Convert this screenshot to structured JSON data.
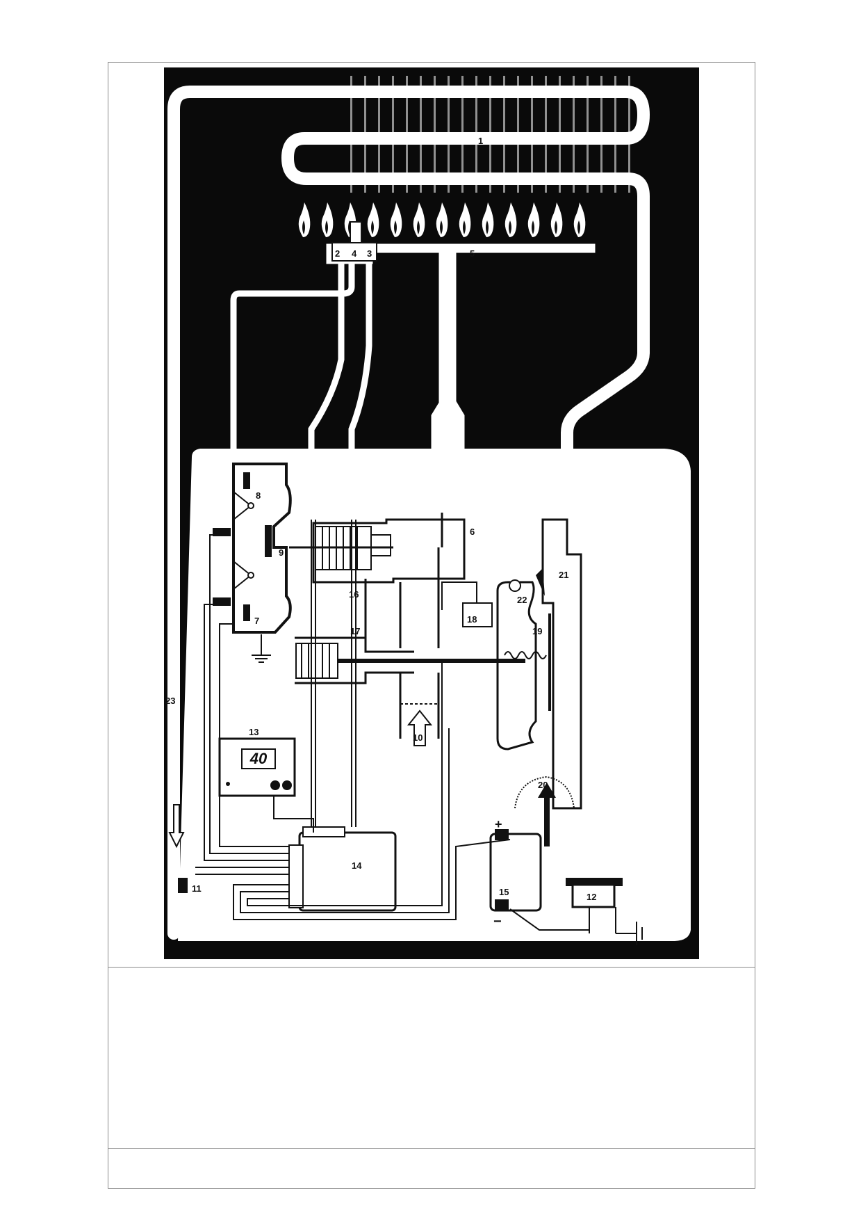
{
  "figure": {
    "display_reading": "40",
    "labels": {
      "n1": "1",
      "n2": "2",
      "n3": "3",
      "n4": "4",
      "n5": "5",
      "n6": "6",
      "n7": "7",
      "n8": "8",
      "n9": "9",
      "n10": "10",
      "n11": "11",
      "n12": "12",
      "n13": "13",
      "n14": "14",
      "n15": "15",
      "n16": "16",
      "n17": "17",
      "n18": "18",
      "n19": "19",
      "n20": "20",
      "n21": "21",
      "n22": "22",
      "n23": "23"
    },
    "battery": {
      "plus": "+",
      "minus": "−"
    }
  },
  "caption": {
    "text": ""
  },
  "footer": {
    "text": ""
  }
}
